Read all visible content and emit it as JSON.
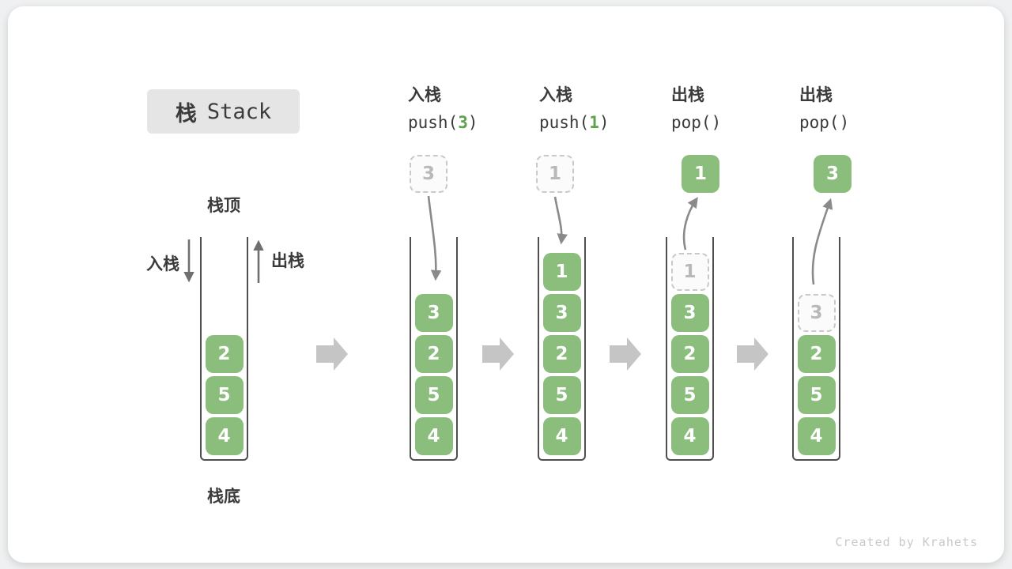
{
  "title": {
    "cn": "栈",
    "en": "Stack"
  },
  "labels": {
    "stack_top": "栈顶",
    "stack_bottom": "栈底",
    "push_in": "入栈",
    "pop_out": "出栈"
  },
  "columns": [
    {
      "op": "入栈",
      "code_prefix": "push(",
      "code_arg": "3",
      "code_suffix": ")"
    },
    {
      "op": "入栈",
      "code_prefix": "push(",
      "code_arg": "1",
      "code_suffix": ")"
    },
    {
      "op": "出栈",
      "code_prefix": "pop(",
      "code_arg": "",
      "code_suffix": ")"
    },
    {
      "op": "出栈",
      "code_prefix": "pop(",
      "code_arg": "",
      "code_suffix": ")"
    }
  ],
  "floating_items": [
    {
      "value": "3",
      "style": "dashed"
    },
    {
      "value": "1",
      "style": "dashed"
    },
    {
      "value": "1",
      "style": "solid"
    },
    {
      "value": "3",
      "style": "solid"
    }
  ],
  "stacks": [
    {
      "name": "initial",
      "items": [
        "2",
        "5",
        "4"
      ]
    },
    {
      "name": "after-push-3",
      "items": [
        "3",
        "2",
        "5",
        "4"
      ]
    },
    {
      "name": "after-push-1",
      "items": [
        "1",
        "3",
        "2",
        "5",
        "4"
      ]
    },
    {
      "name": "after-pop-1",
      "items": [
        "1",
        "3",
        "2",
        "5",
        "4"
      ]
    },
    {
      "name": "after-pop-3",
      "items": [
        "3",
        "2",
        "5",
        "4"
      ]
    }
  ],
  "colors": {
    "box_green": "#8BBD7C",
    "accent_green": "#5DA24E",
    "curved_arrow_gray": "#8A8A8A",
    "block_arrow_gray": "#C5C5C5",
    "dashed_border_gray": "#C9C9C9",
    "text_dark": "#3B3B3B",
    "title_pill_bg": "#E5E5E6"
  },
  "footer": {
    "credit": "Created by Krahets"
  }
}
